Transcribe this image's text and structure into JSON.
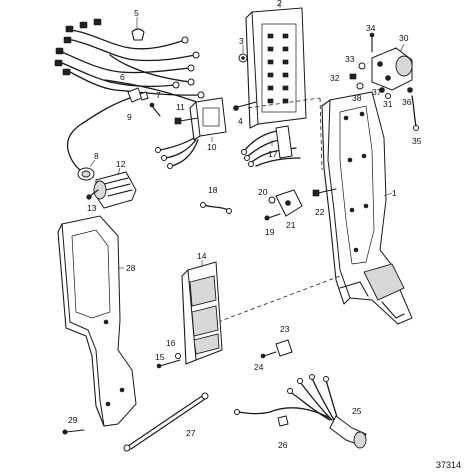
{
  "figure_id": "37314",
  "callouts": [
    {
      "key": "c1",
      "text": "1"
    },
    {
      "key": "c2",
      "text": "2"
    },
    {
      "key": "c3",
      "text": "3"
    },
    {
      "key": "c4",
      "text": "4"
    },
    {
      "key": "c5",
      "text": "5"
    },
    {
      "key": "c6",
      "text": "6"
    },
    {
      "key": "c7",
      "text": "7"
    },
    {
      "key": "c8",
      "text": "8"
    },
    {
      "key": "c9",
      "text": "9"
    },
    {
      "key": "c10",
      "text": "10"
    },
    {
      "key": "c11",
      "text": "11"
    },
    {
      "key": "c12",
      "text": "12"
    },
    {
      "key": "c13",
      "text": "13"
    },
    {
      "key": "c14",
      "text": "14"
    },
    {
      "key": "c15",
      "text": "15"
    },
    {
      "key": "c16",
      "text": "16"
    },
    {
      "key": "c17",
      "text": "17"
    },
    {
      "key": "c18",
      "text": "18"
    },
    {
      "key": "c19",
      "text": "19"
    },
    {
      "key": "c20",
      "text": "20"
    },
    {
      "key": "c21",
      "text": "21"
    },
    {
      "key": "c22",
      "text": "22"
    },
    {
      "key": "c23",
      "text": "23"
    },
    {
      "key": "c24",
      "text": "24"
    },
    {
      "key": "c25",
      "text": "25"
    },
    {
      "key": "c26",
      "text": "26"
    },
    {
      "key": "c27",
      "text": "27"
    },
    {
      "key": "c28",
      "text": "28"
    },
    {
      "key": "c29",
      "text": "29"
    },
    {
      "key": "c30",
      "text": "30"
    },
    {
      "key": "c31",
      "text": "31"
    },
    {
      "key": "c32",
      "text": "32"
    },
    {
      "key": "c33",
      "text": "33"
    },
    {
      "key": "c34",
      "text": "34"
    },
    {
      "key": "c35",
      "text": "35"
    },
    {
      "key": "c36",
      "text": "36"
    },
    {
      "key": "c37",
      "text": "37"
    },
    {
      "key": "c38",
      "text": "38"
    }
  ]
}
